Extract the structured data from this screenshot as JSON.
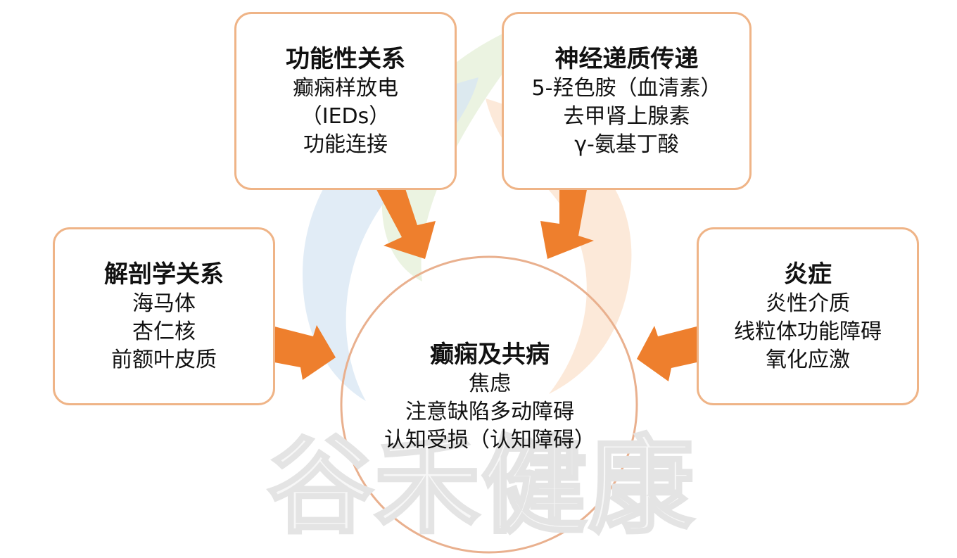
{
  "center": {
    "title": "癫痫及共病",
    "lines": [
      "焦虑",
      "注意缺陷多动障碍",
      "认知受损（认知障碍）"
    ]
  },
  "functional": {
    "title": "功能性关系",
    "lines": [
      "癫痫样放电",
      "（IEDs）",
      "功能连接"
    ]
  },
  "neurotransmitter": {
    "title": "神经递质传递",
    "lines": [
      "5-羟色胺（血清素）",
      "去甲肾上腺素",
      "γ-氨基丁酸"
    ]
  },
  "anatomical": {
    "title": "解剖学关系",
    "lines": [
      "海马体",
      "杏仁核",
      "前额叶皮质"
    ]
  },
  "inflammation": {
    "title": "炎症",
    "lines": [
      "炎性介质",
      "线粒体功能障碍",
      "氧化应激"
    ]
  },
  "watermark": {
    "chars": [
      "谷",
      "禾",
      "健",
      "康"
    ]
  },
  "colors": {
    "arrow": "#ee7f2d",
    "box_border": "#efb487",
    "circle_border": "#e9b08e",
    "logo_blue": "#d7e5f3",
    "logo_green": "#e3eed4",
    "logo_orange": "#fbe3cf"
  }
}
